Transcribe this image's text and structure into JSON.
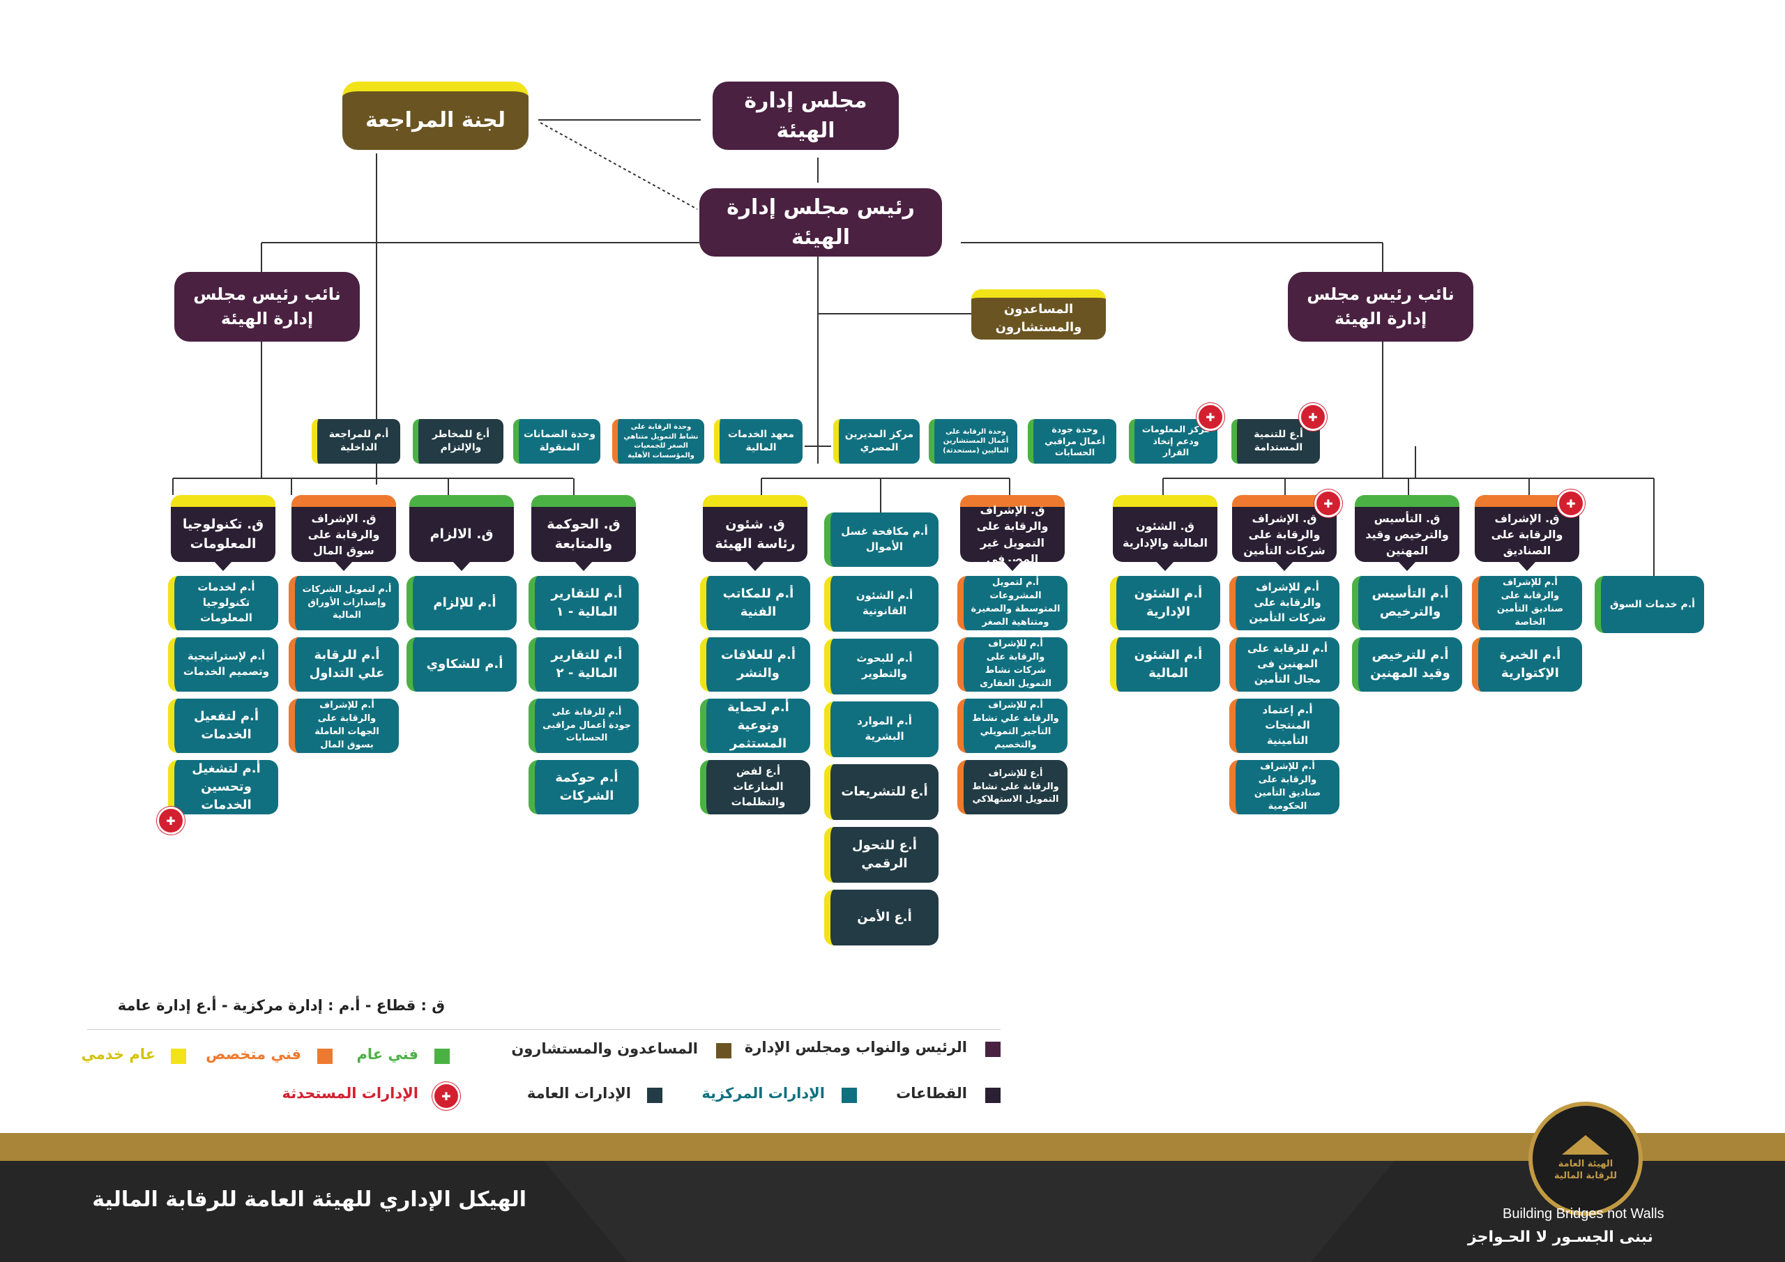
{
  "colors": {
    "top_level": "#4a2141",
    "advisors": "#6a5522",
    "sector": "#2a1f33",
    "central_admin": "#11707f",
    "general_admin": "#223b44",
    "general_service": "#f2e318",
    "technical_specialized": "#ee7a2f",
    "technical_general": "#4cb144",
    "new_department": "#d32030",
    "footer_dark": "#262626",
    "footer_gold": "#a88538"
  },
  "top": {
    "board": "مجلس إدارة الهيئة",
    "audit_committee": "لجنة المراجعة",
    "chairman": "رئيس مجلس إدارة الهيئة",
    "vice_left": "نائب رئيس مجلس إدارة الهيئة",
    "vice_right": "نائب رئيس مجلس إدارة الهيئة",
    "advisors": "المساعدون والمستشارون"
  },
  "units": [
    {
      "text": "أ.ع للتنمية المستدامة",
      "category": "general_admin",
      "accent": "technical_general",
      "new": true
    },
    {
      "text": "مركز المعلومات ودعم إتخاذ القرار",
      "category": "central_admin",
      "accent": "technical_general",
      "new": true
    },
    {
      "text": "وحدة جودة أعمال مراقبي الحسابات",
      "category": "central_admin",
      "accent": "technical_general",
      "new": false
    },
    {
      "text": "وحدة الرقابة على أعمال المستشارين الماليين (مستحدثة)",
      "category": "central_admin",
      "accent": "technical_general",
      "new": false
    },
    {
      "text": "مركز المديرين المصري",
      "category": "central_admin",
      "accent": "general_service",
      "new": false
    },
    {
      "text": "معهد الخدمات المالية",
      "category": "central_admin",
      "accent": "general_service",
      "new": false
    },
    {
      "text": "وحدة الرقابة على نشاط التمويل متناهي الصغر للجمعيات والمؤسسات الأهلية",
      "category": "central_admin",
      "accent": "technical_specialized",
      "new": false
    },
    {
      "text": "وحدة الضمانات المنقولة",
      "category": "central_admin",
      "accent": "technical_general",
      "new": false
    },
    {
      "text": "أ.ع للمخاطر والإلتزام",
      "category": "general_admin",
      "accent": "technical_general",
      "new": false
    },
    {
      "text": "أ.م للمراجعة الداخلية",
      "category": "general_admin",
      "accent": "general_service",
      "new": false
    }
  ],
  "sectors": [
    {
      "title": "ق. الإشراف والرقابة على الصناديق",
      "top": "technical_specialized",
      "new": true,
      "depts": [
        {
          "text": "أ.م للإشراف والرقابة على صناديق التأمين الخاصة",
          "category": "central_admin",
          "accent": "technical_specialized"
        },
        {
          "text": "أ.م الخبرة الإكتوارية",
          "category": "central_admin",
          "accent": "technical_specialized"
        }
      ]
    },
    {
      "title": "ق. التأسيس والترخيص وقيد المهنين",
      "top": "technical_general",
      "new": false,
      "depts": [
        {
          "text": "أ.م التأسيس والترخيص",
          "category": "central_admin",
          "accent": "technical_general"
        },
        {
          "text": "أ.م للترخيص وقيد المهنين",
          "category": "central_admin",
          "accent": "technical_general"
        }
      ]
    },
    {
      "title": "ق. الإشراف والرقابة على شركات التأمين",
      "top": "technical_specialized",
      "new": true,
      "depts": [
        {
          "text": "أ.م للإشراف والرقابة على شركات التأمين",
          "category": "central_admin",
          "accent": "technical_specialized"
        },
        {
          "text": "أ.م للرقابة على المهنين فى مجال التأمين",
          "category": "central_admin",
          "accent": "technical_specialized"
        },
        {
          "text": "أ.م إعتماد المنتجات التأمينية",
          "category": "central_admin",
          "accent": "technical_specialized"
        },
        {
          "text": "أ.م للإشراف والرقابة على صناديق التأمين الحكومية",
          "category": "central_admin",
          "accent": "technical_specialized"
        }
      ]
    },
    {
      "title": "ق. الشئون المالية والإدارية",
      "top": "general_service",
      "new": false,
      "depts": [
        {
          "text": "أ.م الشئون الإدارية",
          "category": "central_admin",
          "accent": "general_service"
        },
        {
          "text": "أ.م الشئون المالية",
          "category": "central_admin",
          "accent": "general_service"
        }
      ]
    },
    {
      "title": "ق. الإشراف والرقابة على التمويل غير المصرفى",
      "top": "technical_specialized",
      "new": false,
      "depts": [
        {
          "text": "أ.م لتمويل المشروعات المتوسطة والصغيرة ومتناهية الصغر",
          "category": "central_admin",
          "accent": "technical_specialized"
        },
        {
          "text": "أ.م للإشراف والرقابة على شركات نشاط التمويل العقارى",
          "category": "central_admin",
          "accent": "technical_specialized"
        },
        {
          "text": "أ.م للإشراف والرقابة علي نشاط التأجير التمويلي والتخصيم",
          "category": "central_admin",
          "accent": "technical_specialized"
        },
        {
          "text": "أ.ع للإشراف والرقابة على نشاط التمويل الاستهلاكي",
          "category": "general_admin",
          "accent": "technical_specialized"
        }
      ]
    },
    {
      "title": "ق. شئون رئاسة الهيئة",
      "top": "general_service",
      "new": false,
      "depts": [
        {
          "text": "أ.م للمكاتب الفنية",
          "category": "central_admin",
          "accent": "general_service"
        },
        {
          "text": "أ.م للعلاقات والنشر",
          "category": "central_admin",
          "accent": "general_service"
        },
        {
          "text": "أ.م لحماية وتوعية المستثمر",
          "category": "central_admin",
          "accent": "technical_general"
        },
        {
          "text": "أ.ع لفض المنازعات والتظلمات",
          "category": "general_admin",
          "accent": "technical_general"
        }
      ]
    },
    {
      "title": "ق. الحوكمة والمتابعة",
      "top": "technical_general",
      "new": false,
      "depts": [
        {
          "text": "أ.م للتقارير المالية - ١",
          "category": "central_admin",
          "accent": "technical_general"
        },
        {
          "text": "أ.م للتقارير المالية - ٢",
          "category": "central_admin",
          "accent": "technical_general"
        },
        {
          "text": "أ.م للرقابة على جودة أعمال مراقبى الحسابات",
          "category": "central_admin",
          "accent": "technical_general"
        },
        {
          "text": "أ.م حوكمة الشركات",
          "category": "central_admin",
          "accent": "technical_general"
        }
      ]
    },
    {
      "title": "ق. الالزام",
      "top": "technical_general",
      "new": false,
      "depts": [
        {
          "text": "أ.م للإلزام",
          "category": "central_admin",
          "accent": "technical_general"
        },
        {
          "text": "أ.م للشكاوي",
          "category": "central_admin",
          "accent": "technical_general"
        }
      ]
    },
    {
      "title": "ق. الإشراف والرقابة على سوق المال",
      "top": "technical_specialized",
      "new": false,
      "depts": [
        {
          "text": "أ.م لتمويل الشركات وإصدارات الأوراق المالية",
          "category": "central_admin",
          "accent": "technical_specialized"
        },
        {
          "text": "أ.م للرقابة علي التداول",
          "category": "central_admin",
          "accent": "technical_specialized"
        },
        {
          "text": "أ.م للإشراف والرقابة على الجهات العاملة بسوق المال",
          "category": "central_admin",
          "accent": "technical_specialized"
        }
      ]
    },
    {
      "title": "ق. تكنولوجيا المعلومات",
      "top": "general_service",
      "new": false,
      "depts": [
        {
          "text": "أ.م لخدمات تكنولوجيا المعلومات",
          "category": "central_admin",
          "accent": "general_service"
        },
        {
          "text": "أ.م لإستراتيجية وتصميم الخدمات",
          "category": "central_admin",
          "accent": "general_service"
        },
        {
          "text": "أ.م لتفعيل الخدمات",
          "category": "central_admin",
          "accent": "general_service"
        },
        {
          "text": "أ.م لتشغيل وتحسين الخدمات",
          "category": "central_admin",
          "accent": "general_service"
        }
      ]
    }
  ],
  "center_column": [
    {
      "text": "أ.م مكافحة غسل الأموال",
      "category": "central_admin",
      "accent": "technical_general"
    },
    {
      "text": "أ.م الشئون القانونية",
      "category": "central_admin",
      "accent": "general_service"
    },
    {
      "text": "أ.م للبحوث والتطوير",
      "category": "central_admin",
      "accent": "general_service"
    },
    {
      "text": "أ.م الموارد البشرية",
      "category": "central_admin",
      "accent": "general_service"
    },
    {
      "text": "أ.ع للتشريعات",
      "category": "general_admin",
      "accent": "general_service"
    },
    {
      "text": "أ.ع للتحول الرقمي",
      "category": "general_admin",
      "accent": "general_service"
    },
    {
      "text": "أ.ع الأمن",
      "category": "general_admin",
      "accent": "general_service"
    }
  ],
  "market_services": {
    "text": "أ.م خدمات السوق",
    "category": "central_admin",
    "accent": "technical_general"
  },
  "legend": {
    "abbreviations": "ق : قطاع  -  أ.م : إدارة مركزية  -  أ.ع إدارة عامة",
    "items": [
      {
        "label": "الرئيس والنواب ومجلس الإدارة",
        "color": "top_level"
      },
      {
        "label": "المساعدون والمستشارون",
        "color": "advisors"
      },
      {
        "label": "فني عام",
        "color": "technical_general"
      },
      {
        "label": "فني متخصص",
        "color": "technical_specialized"
      },
      {
        "label": "عام خدمي",
        "color": "general_service"
      },
      {
        "label": "القطاعات",
        "color": "sector"
      },
      {
        "label": "الإدارات المركزية",
        "color": "central_admin"
      },
      {
        "label": "الإدارات العامة",
        "color": "general_admin"
      },
      {
        "label": "الإدارات المستحدثة",
        "color": "new_department"
      }
    ]
  },
  "footer": {
    "title": "الهيكل الإداري للهيئة العامة للرقابة المالية",
    "slogan_en": "Building Bridges not Walls",
    "slogan_ar": "نبنى الجسـور لا الحـواجز",
    "logo_text": "الهيئة العامة للرقابة المالية"
  }
}
